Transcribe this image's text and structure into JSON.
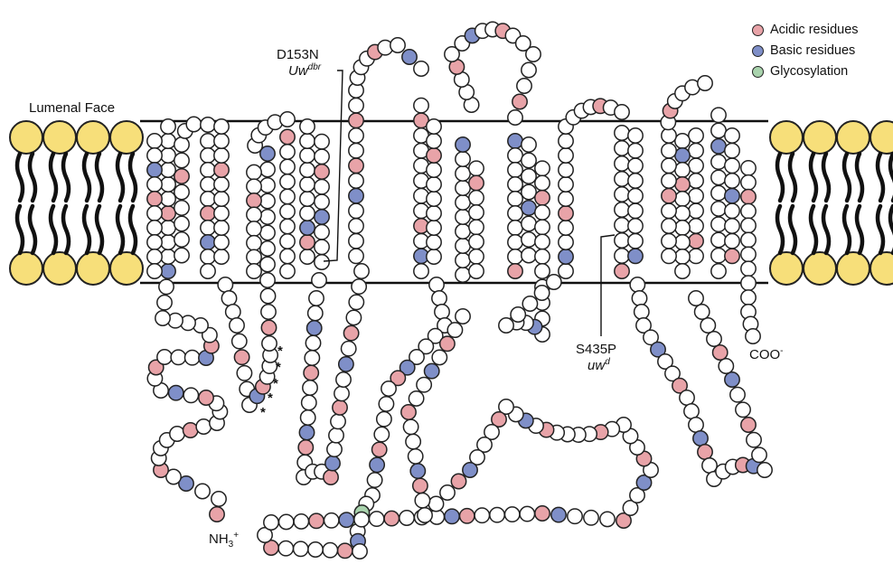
{
  "labels": {
    "lumenal": "Lumenal Face",
    "mut1_name": "D153N",
    "mut1_allele": "Uw",
    "mut1_sup": "dbr",
    "mut2_name": "S435P",
    "mut2_allele": "uw",
    "mut2_sup": "d",
    "nterm": "NH",
    "nterm_sub": "3",
    "nterm_sup": "+",
    "cterm": "COO",
    "cterm_sup": "-",
    "star": "*"
  },
  "legend": [
    {
      "label": "Acidic residues",
      "color": "#e8a3a8"
    },
    {
      "label": "Basic residues",
      "color": "#7f8fc8"
    },
    {
      "label": "Glycosylation",
      "color": "#a9d3ad"
    }
  ],
  "colors": {
    "neutral": "#ffffff",
    "acidic": "#e8a3a8",
    "basic": "#7f8fc8",
    "glyco": "#a9d3ad",
    "lipid_head": "#f7df7a"
  }
}
